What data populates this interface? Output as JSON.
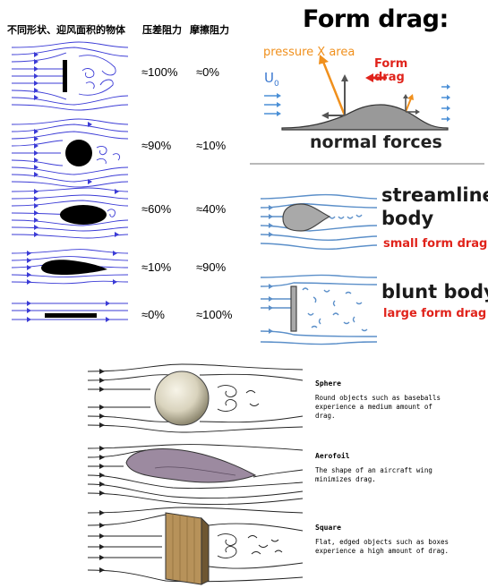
{
  "table": {
    "headers": {
      "object": "不同形状、迎风面积的物体",
      "pressure": "压差阻力",
      "friction": "摩擦阻力"
    },
    "rows": [
      {
        "shape": "flat-plate-normal",
        "pressure": "≈100%",
        "friction": "≈0%"
      },
      {
        "shape": "cylinder",
        "pressure": "≈90%",
        "friction": "≈10%"
      },
      {
        "shape": "ellipse",
        "pressure": "≈60%",
        "friction": "≈40%"
      },
      {
        "shape": "airfoil",
        "pressure": "≈10%",
        "friction": "≈90%"
      },
      {
        "shape": "flat-plate-parallel",
        "pressure": "≈0%",
        "friction": "≈100%"
      }
    ]
  },
  "form_drag": {
    "title": "Form drag:",
    "pressure_label": "pressure X area",
    "form_drag_label_1": "Form",
    "form_drag_label_2": "drag",
    "velocity_symbol": "U",
    "velocity_subscript": "0",
    "caption": "normal forces"
  },
  "bodies": {
    "streamlined_1": "streamlined",
    "streamlined_2": "body",
    "small_form_drag": "small form drag",
    "blunt": "blunt body",
    "large_form_drag": "large form drag"
  },
  "examples": [
    {
      "title": "Sphere",
      "text": "Round objects such as baseballs experience a medium amount of drag."
    },
    {
      "title": "Aerofoil",
      "text": "The shape of an aircraft wing minimizes drag."
    },
    {
      "title": "Square",
      "text": "Flat, edged objects such as boxes experience a high amount of drag."
    }
  ],
  "colors": {
    "flow_blue": "#3b3bd6",
    "light_blue": "#5b8fc9",
    "orange": "#f0901d",
    "red": "#e0231b",
    "gray_body": "#a9a9a9"
  }
}
